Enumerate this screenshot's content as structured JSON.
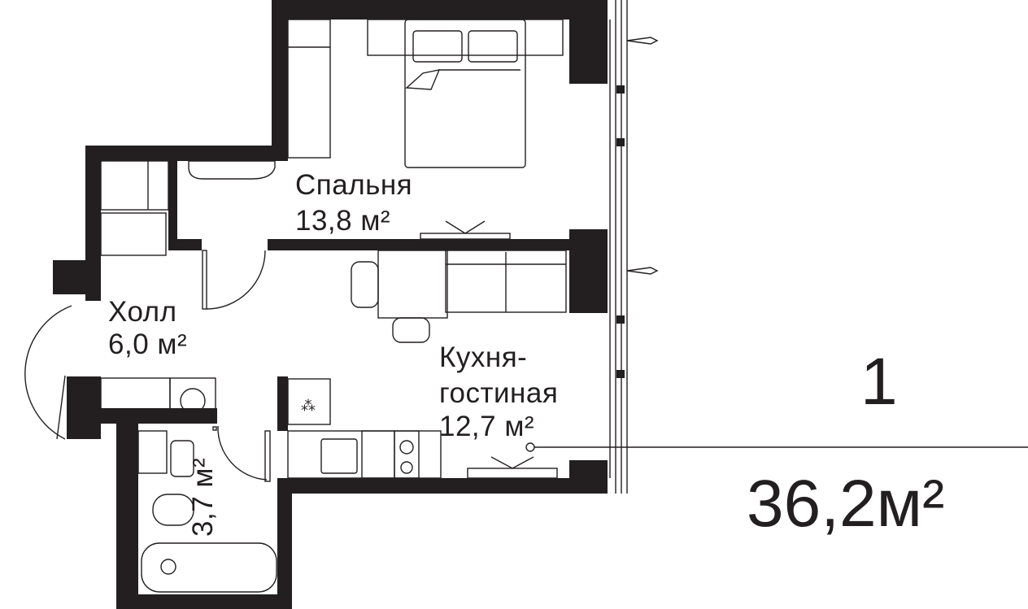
{
  "plan": {
    "apartment_number": "1",
    "total_area": "36,2м²",
    "rooms": [
      {
        "name": "Спальня",
        "area": "13,8 м²"
      },
      {
        "name": "Холл",
        "area": "6,0 м²"
      },
      {
        "name": "Кухня-",
        "name2": "гостиная",
        "area": "12,7 м²"
      },
      {
        "name": "",
        "area": "3,7 м²"
      }
    ]
  },
  "colors": {
    "wall": "#231f20",
    "background": "#ffffff"
  }
}
